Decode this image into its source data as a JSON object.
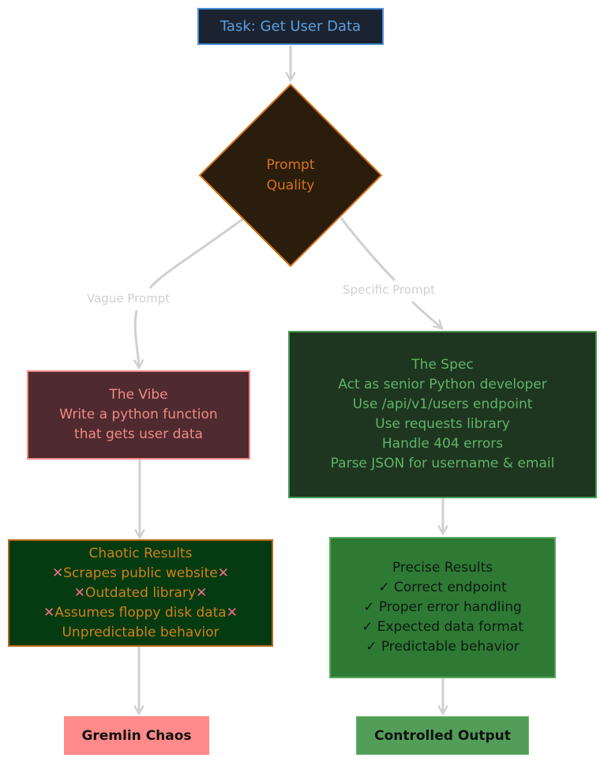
{
  "diagram": {
    "task": {
      "label": "Task: Get User Data"
    },
    "decision": {
      "lines": [
        "Prompt",
        "Quality"
      ]
    },
    "edges": {
      "vague_label": "Vague Prompt",
      "specific_label": "Specific Prompt"
    },
    "vibe": {
      "title": "The Vibe",
      "lines": [
        "Write a python function",
        "that gets user data"
      ]
    },
    "spec": {
      "title": "The Spec",
      "lines": [
        "Act as senior Python developer",
        "Use /api/v1/users endpoint",
        "Use requests library",
        "Handle 404 errors",
        "Parse JSON for username & email"
      ]
    },
    "chaotic": {
      "title": "Chaotic Results",
      "items": [
        {
          "text": "Scrapes public website",
          "marked": true
        },
        {
          "text": "Outdated library",
          "marked": true
        },
        {
          "text": "Assumes floppy disk data",
          "marked": true
        },
        {
          "text": "Unpredictable behavior",
          "marked": false
        }
      ],
      "mark_glyph": "✕"
    },
    "precise": {
      "title": "Precise Results",
      "items": [
        "✓ Correct endpoint",
        "✓ Proper error handling",
        "✓ Expected data format",
        "✓ Predictable behavior"
      ]
    },
    "gremlin": {
      "label": "Gremlin Chaos"
    },
    "controlled": {
      "label": "Controlled Output"
    }
  },
  "colors": {
    "task_fill": "#1b2330",
    "task_stroke": "#4a90d9",
    "task_text": "#5b9fe0",
    "decision_fill": "#2a1d0c",
    "decision_stroke": "#d9731a",
    "decision_text": "#d9731a",
    "edge": "#d0d0d0",
    "vibe_fill": "#4f2a2e",
    "vibe_stroke": "#f08a8a",
    "vibe_text": "#f08a8a",
    "spec_fill": "#1e3520",
    "spec_stroke": "#4e9a55",
    "spec_text": "#5fb567",
    "chaotic_fill": "#053b10",
    "chaotic_stroke": "#b5651d",
    "chaotic_text": "#d0801c",
    "precise_fill": "#2e7a35",
    "precise_stroke": "#58a85e",
    "precise_text": "#0e1a10",
    "gremlin_fill": "#ff8a8a",
    "controlled_fill": "#529e58",
    "terminal_text": "#111111"
  }
}
